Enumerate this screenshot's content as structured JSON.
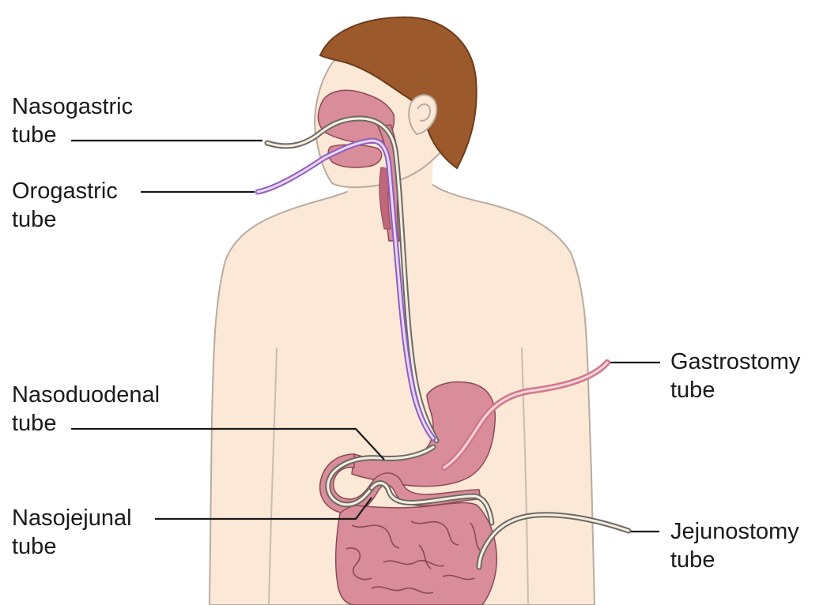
{
  "labels": {
    "nasogastric": [
      "Nasogastric",
      "tube"
    ],
    "orogastric": [
      "Orogastric",
      "tube"
    ],
    "nasoduodenal": [
      "Nasoduodenal",
      "tube"
    ],
    "nasojejunal": [
      "Nasojejunal",
      "tube"
    ],
    "gastrostomy": [
      "Gastrostomy",
      "tube"
    ],
    "jejunostomy": [
      "Jejunostomy",
      "tube"
    ]
  },
  "colors": {
    "skin": "#fbe8d6",
    "skin_outline": "#b8aca0",
    "hair": "#9c5a2c",
    "organ": "#d98c9a",
    "organ_dark": "#c06878",
    "organ_outline": "#8a4a56",
    "tube_gray": "#6e6a62",
    "tube_purple": "#8e5ec0",
    "tube_pink": "#d0788a",
    "leader": "#1a1a1a"
  }
}
